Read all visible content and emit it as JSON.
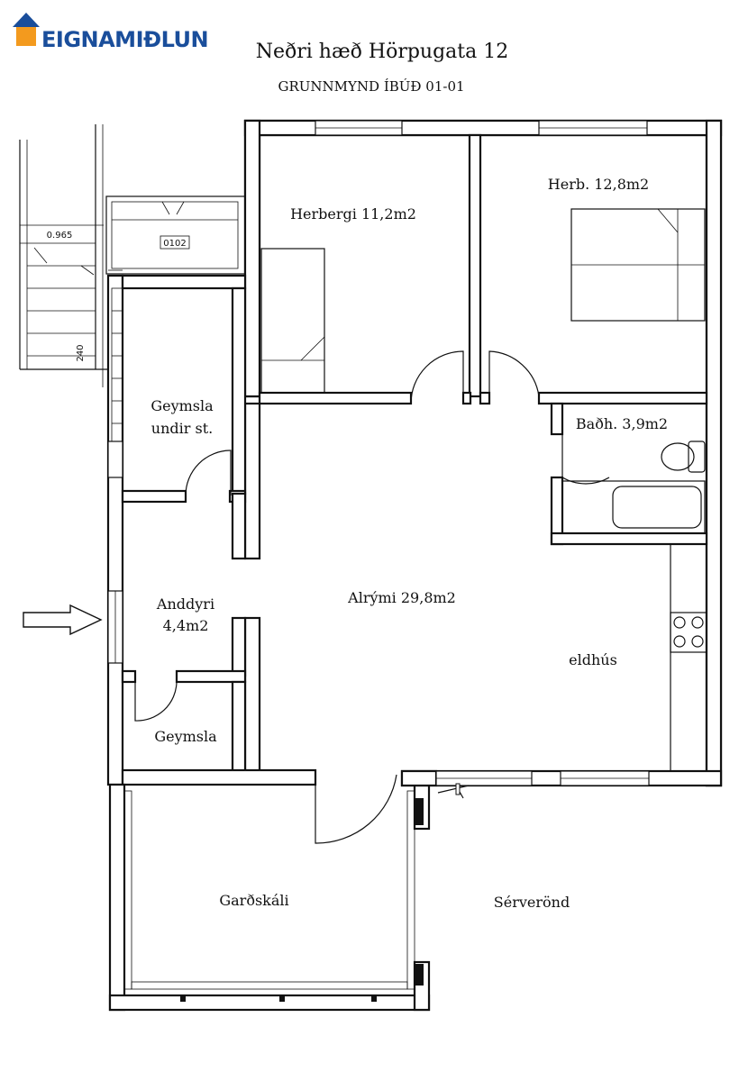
{
  "logo": {
    "text": "EIGNAMIÐLUN",
    "house_color": "#1a4e9b",
    "accent_color": "#f39a1e"
  },
  "title": "Neðri hæð Hörpugata 12",
  "subtitle": "GRUNNMYND ÍBÚÐ 01-01",
  "rooms": {
    "herbergi": "Herbergi 11,2m2",
    "herb": "Herb. 12,8m2",
    "geymsla_undir_1": "Geymsla",
    "geymsla_undir_2": "undir st.",
    "bad": "Baðh. 3,9m2",
    "alrymi": "Alrými 29,8m2",
    "anddyri_1": "Anddyri",
    "anddyri_2": "4,4m2",
    "eldhus": "eldhús",
    "geymsla": "Geymsla",
    "gardskali": "Garðskáli",
    "serverond": "Sérverönd"
  },
  "labels": {
    "stair_width": "0.965",
    "stair_length": "240",
    "box_code": "0102"
  },
  "icons": [
    "entrance-arrow-icon",
    "house-logo-icon",
    "stove-icon",
    "toilet-icon",
    "bathtub-icon",
    "bed-icon"
  ]
}
